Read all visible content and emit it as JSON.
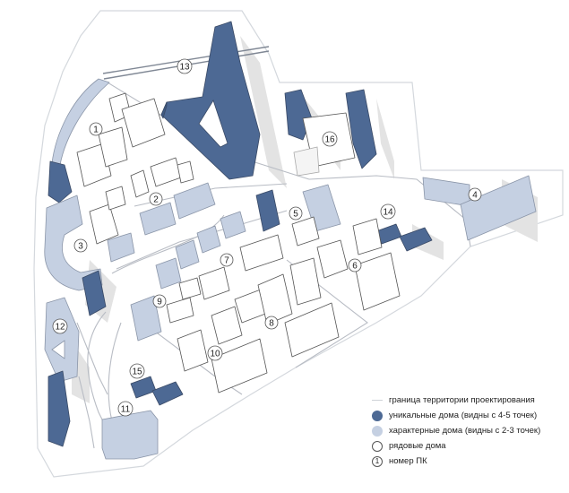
{
  "colors": {
    "unique": "#4d6994",
    "characteristic": "#c5d0e2",
    "ordinary": "#ffffff",
    "boundary": "#cfd3d8"
  },
  "plots": [
    {
      "id": "13",
      "label": "13"
    },
    {
      "id": "16",
      "label": "16"
    },
    {
      "id": "1",
      "label": "1"
    },
    {
      "id": "2",
      "label": "2"
    },
    {
      "id": "3",
      "label": "3"
    },
    {
      "id": "4",
      "label": "4"
    },
    {
      "id": "5",
      "label": "5"
    },
    {
      "id": "14",
      "label": "14"
    },
    {
      "id": "7",
      "label": "7"
    },
    {
      "id": "6",
      "label": "6"
    },
    {
      "id": "9",
      "label": "9"
    },
    {
      "id": "12",
      "label": "12"
    },
    {
      "id": "8",
      "label": "8"
    },
    {
      "id": "10",
      "label": "10"
    },
    {
      "id": "15",
      "label": "15"
    },
    {
      "id": "11",
      "label": "11"
    }
  ],
  "legend": {
    "boundary": "граница территории проектирования",
    "unique": "уникальные дома (видны с 4-5 точек)",
    "characteristic": "характерные дома (видны с 2-3 точек)",
    "ordinary": "рядовые дома",
    "plot_number": "номер ПК",
    "plot_number_symbol": "1"
  }
}
